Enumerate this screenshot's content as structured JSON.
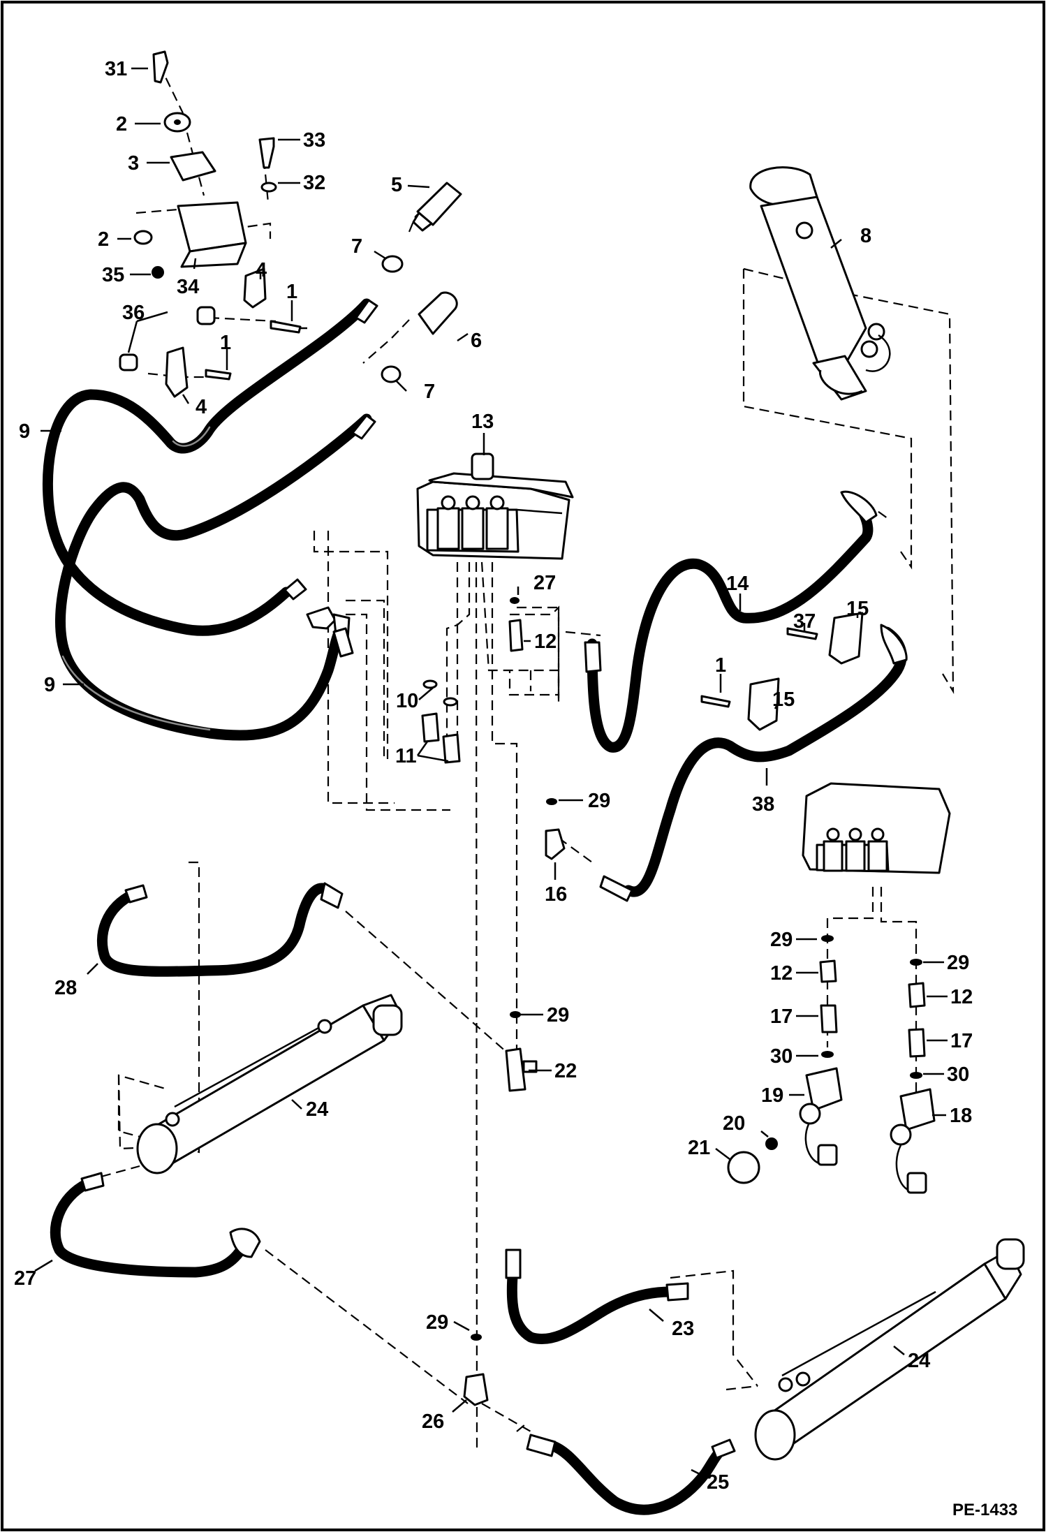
{
  "document_id": "PE-1433",
  "callouts": [
    {
      "id": "c31",
      "text": "31"
    },
    {
      "id": "c2a",
      "text": "2"
    },
    {
      "id": "c3",
      "text": "3"
    },
    {
      "id": "c33",
      "text": "33"
    },
    {
      "id": "c32",
      "text": "32"
    },
    {
      "id": "c5",
      "text": "5"
    },
    {
      "id": "c2b",
      "text": "2"
    },
    {
      "id": "c35",
      "text": "35"
    },
    {
      "id": "c34",
      "text": "34"
    },
    {
      "id": "c7a",
      "text": "7"
    },
    {
      "id": "c4a",
      "text": "4"
    },
    {
      "id": "c1a",
      "text": "1"
    },
    {
      "id": "c36",
      "text": "36"
    },
    {
      "id": "c1b",
      "text": "1"
    },
    {
      "id": "c6",
      "text": "6"
    },
    {
      "id": "c7b",
      "text": "7"
    },
    {
      "id": "c4b",
      "text": "4"
    },
    {
      "id": "c9a",
      "text": "9"
    },
    {
      "id": "c8",
      "text": "8"
    },
    {
      "id": "c13",
      "text": "13"
    },
    {
      "id": "c27a",
      "text": "27"
    },
    {
      "id": "c14",
      "text": "14"
    },
    {
      "id": "c37",
      "text": "37"
    },
    {
      "id": "c15a",
      "text": "15"
    },
    {
      "id": "c12a",
      "text": "12"
    },
    {
      "id": "c9b",
      "text": "9"
    },
    {
      "id": "c1c",
      "text": "1"
    },
    {
      "id": "c15b",
      "text": "15"
    },
    {
      "id": "c10",
      "text": "10"
    },
    {
      "id": "c11",
      "text": "11"
    },
    {
      "id": "c38",
      "text": "38"
    },
    {
      "id": "c29a",
      "text": "29"
    },
    {
      "id": "c16",
      "text": "16"
    },
    {
      "id": "c29b",
      "text": "29"
    },
    {
      "id": "c29c",
      "text": "29"
    },
    {
      "id": "c28",
      "text": "28"
    },
    {
      "id": "c12b",
      "text": "12"
    },
    {
      "id": "c12c",
      "text": "12"
    },
    {
      "id": "c29d",
      "text": "29"
    },
    {
      "id": "c17a",
      "text": "17"
    },
    {
      "id": "c17b",
      "text": "17"
    },
    {
      "id": "c22",
      "text": "22"
    },
    {
      "id": "c30a",
      "text": "30"
    },
    {
      "id": "c30b",
      "text": "30"
    },
    {
      "id": "c19",
      "text": "19"
    },
    {
      "id": "c18",
      "text": "18"
    },
    {
      "id": "c24a",
      "text": "24"
    },
    {
      "id": "c20",
      "text": "20"
    },
    {
      "id": "c21",
      "text": "21"
    },
    {
      "id": "c27b",
      "text": "27"
    },
    {
      "id": "c23",
      "text": "23"
    },
    {
      "id": "c29e",
      "text": "29"
    },
    {
      "id": "c24b",
      "text": "24"
    },
    {
      "id": "c26",
      "text": "26"
    },
    {
      "id": "c25",
      "text": "25"
    }
  ]
}
